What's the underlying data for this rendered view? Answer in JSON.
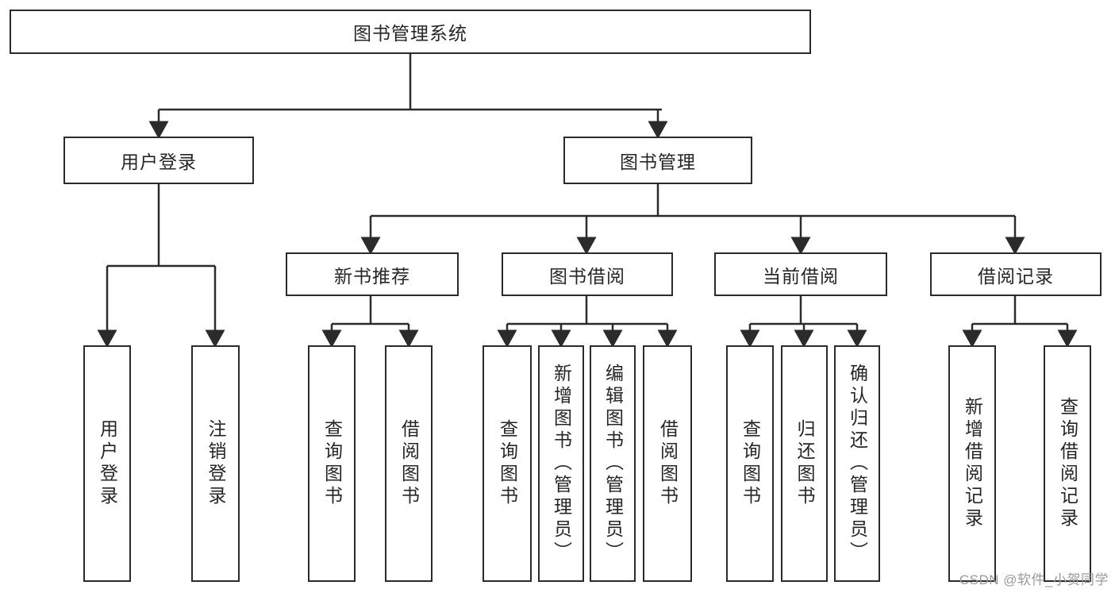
{
  "diagram": {
    "type": "tree-hierarchy",
    "title": "图书管理系统",
    "root": {
      "label": "图书管理系统"
    },
    "level2": [
      {
        "label": "用户登录"
      },
      {
        "label": "图书管理"
      }
    ],
    "level3": [
      {
        "label": "新书推荐"
      },
      {
        "label": "图书借阅"
      },
      {
        "label": "当前借阅"
      },
      {
        "label": "借阅记录"
      }
    ],
    "leaves": {
      "user_login": [
        "用户登录",
        "注销登录"
      ],
      "new_book_recommend": [
        "查询图书",
        "借阅图书"
      ],
      "book_borrow": [
        "查询图书",
        "新增图书（管理员）",
        "编辑图书（管理员）",
        "借阅图书"
      ],
      "current_borrow": [
        "查询图书",
        "归还图书",
        "确认归还（管理员）"
      ],
      "borrow_record": [
        "新增借阅记录",
        "查询借阅记录"
      ]
    }
  },
  "watermark": {
    "text": "CSDN @软件_小贺同学"
  },
  "colors": {
    "border": "#2b2b2b",
    "text": "#262626",
    "background": "#ffffff",
    "watermark": "#9a9a9a"
  }
}
